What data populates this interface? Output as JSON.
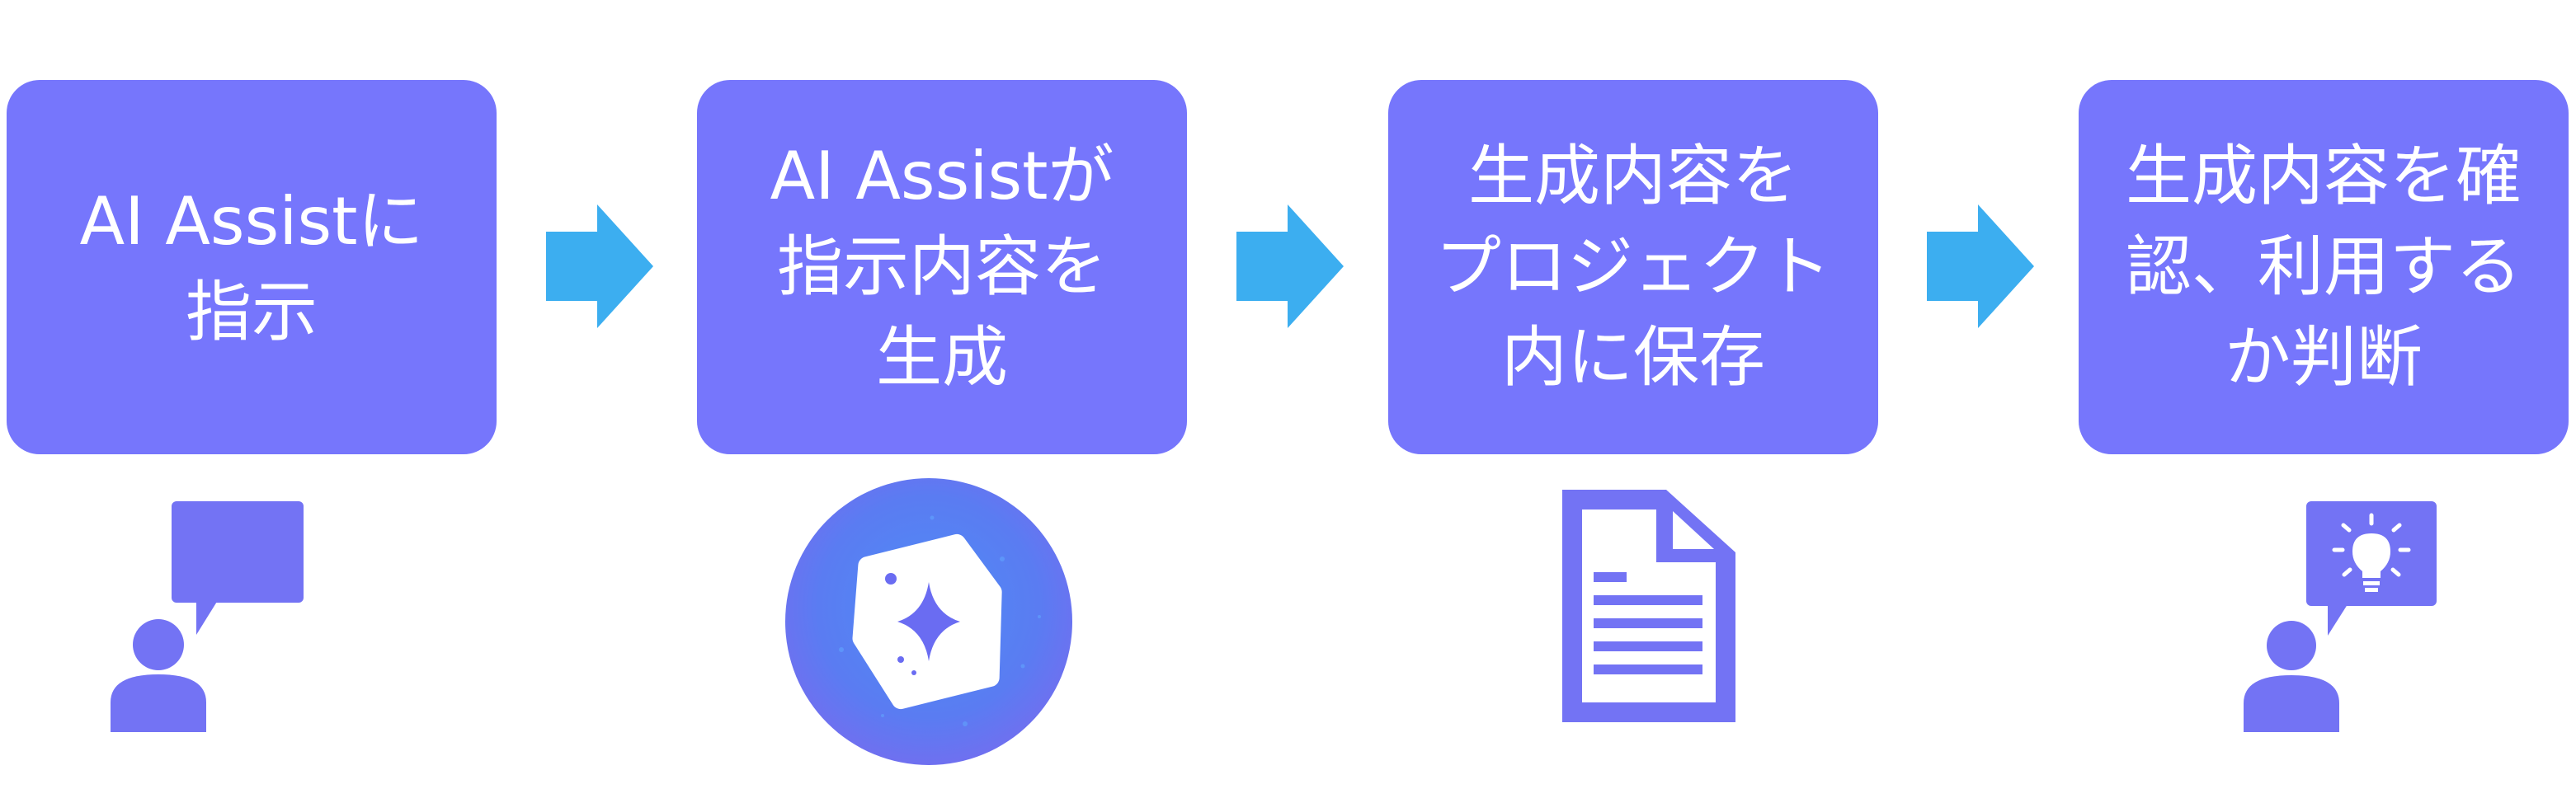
{
  "flow": {
    "colors": {
      "box": "#7676FC",
      "arrow": "#3CAEF0",
      "icon": "#7373F4"
    },
    "steps": [
      {
        "lines": [
          "AI Assistに",
          "指示"
        ],
        "icon": "person-speech-bubble-icon"
      },
      {
        "lines": [
          "AI Assistが",
          "指示内容を",
          "生成"
        ],
        "icon": "ai-assist-sparkle-icon"
      },
      {
        "lines": [
          "生成内容を",
          "プロジェクト",
          "内に保存"
        ],
        "icon": "document-icon"
      },
      {
        "lines": [
          "生成内容を確",
          "認、利用する",
          "か判断"
        ],
        "icon": "person-lightbulb-icon"
      }
    ]
  }
}
